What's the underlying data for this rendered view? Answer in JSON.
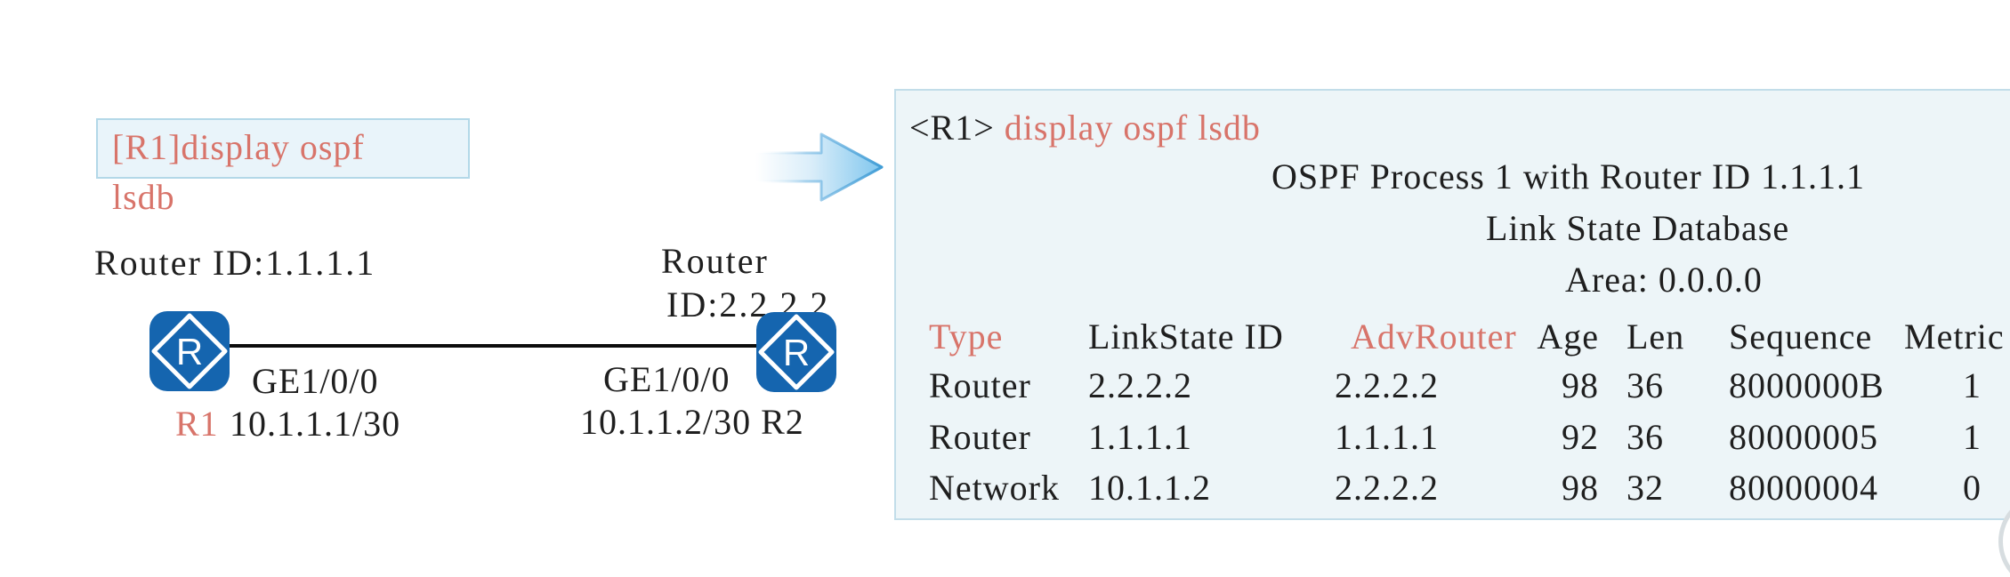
{
  "colors": {
    "accent_red": "#d8746a",
    "panel_bg": "#edf5f8",
    "panel_border": "#c2dde9",
    "command_box_bg": "#e9f4fa",
    "command_box_border": "#b3d8e8",
    "router_blue": "#1565af",
    "text_black": "#1f1f1f",
    "arrow_blue": "#7fc6ee",
    "arrow_stroke": "#419dd6"
  },
  "diagram": {
    "command_box": {
      "line1": "[R1]display ospf",
      "line2": "lsdb"
    },
    "r1": {
      "router_id_label": "Router ID:1.1.1.1",
      "name": "R1",
      "interface": "GE1/0/0",
      "ip": "10.1.1.1/30",
      "icon_letter": "R"
    },
    "r2": {
      "router_id_line1": "Router",
      "router_id_line2": "ID:2.2.2.2",
      "interface": "GE1/0/0",
      "ip_and_name": "10.1.1.2/30 R2",
      "icon_letter": "R"
    }
  },
  "terminal": {
    "prompt": "<R1>",
    "command": " display ospf lsdb",
    "process_line": "OSPF Process 1 with Router ID 1.1.1.1",
    "db_title": "Link State Database",
    "area_line": "Area: 0.0.0.0",
    "table": {
      "headers": [
        "Type",
        "LinkState ID",
        "AdvRouter",
        "Age",
        "Len",
        "Sequence",
        "Metric"
      ],
      "rows": [
        [
          "Router",
          "2.2.2.2",
          "2.2.2.2",
          "98",
          "36",
          "8000000B",
          "1"
        ],
        [
          "Router",
          "1.1.1.1",
          "1.1.1.1",
          "92",
          "36",
          "80000005",
          "1"
        ],
        [
          "Network",
          "10.1.1.2",
          "2.2.2.2",
          "98",
          "32",
          "80000004",
          "0"
        ]
      ]
    }
  }
}
